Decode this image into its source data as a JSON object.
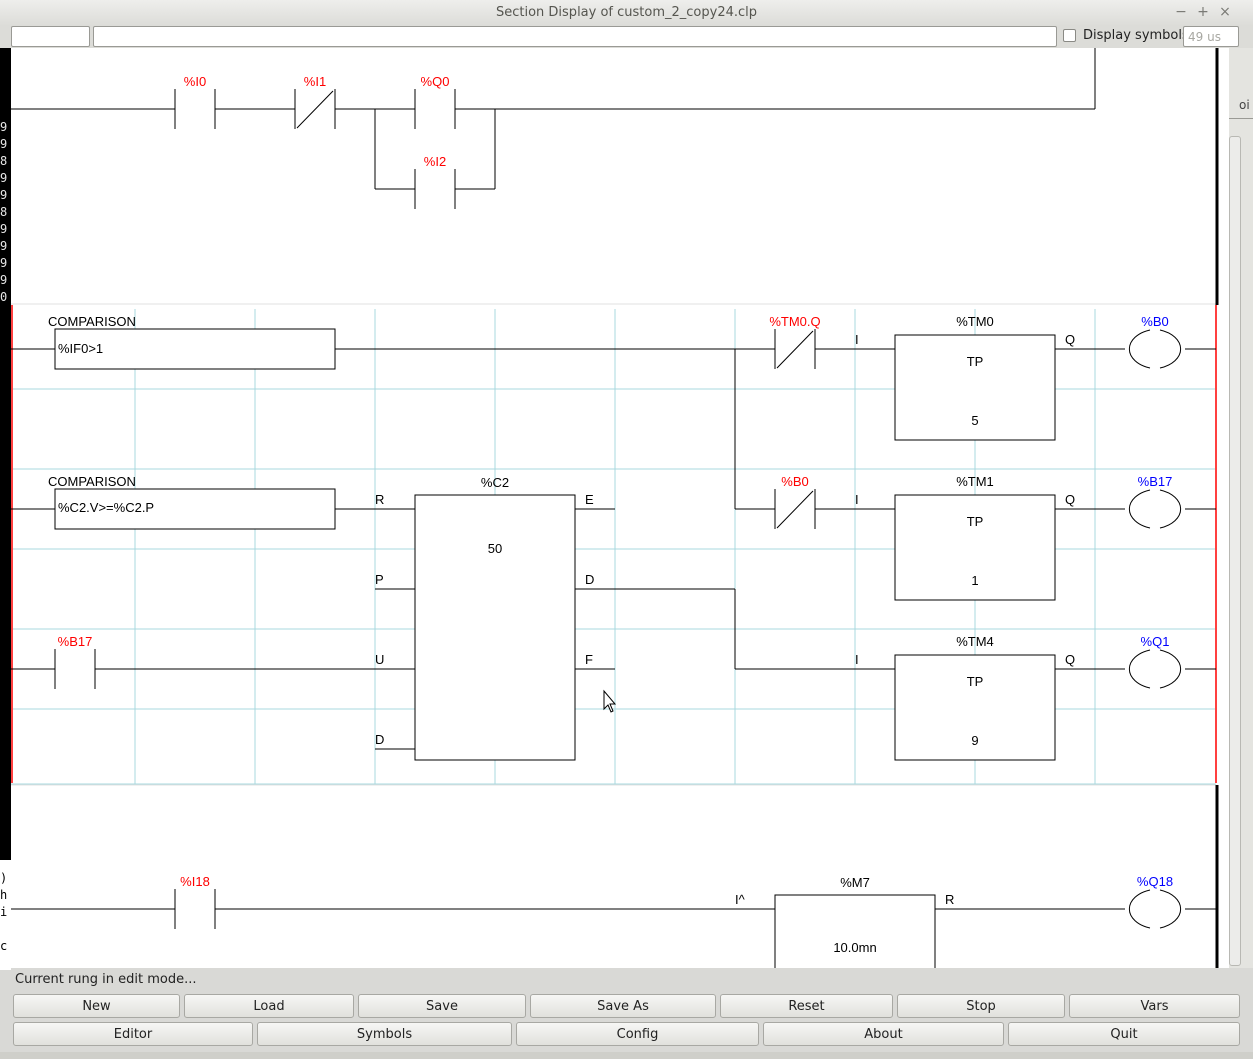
{
  "window": {
    "title": "Section Display of custom_2_copy24.clp",
    "minimize": "−",
    "maximize": "+",
    "close": "×"
  },
  "toolbar": {
    "display_symbols_label": "Display symbols",
    "scan_time": "49 us"
  },
  "background_text": {
    "left_lines": [
      "9",
      "9",
      "8",
      "9",
      "9",
      "8",
      "9",
      "9",
      "9",
      "9",
      "0"
    ],
    "left_lower": [
      ")",
      "h",
      "i",
      "",
      "c"
    ],
    "right_fragment": "oi"
  },
  "rung1": {
    "contacts": [
      {
        "name": "%I0",
        "type": "no"
      },
      {
        "name": "%I1",
        "type": "nc"
      },
      {
        "name": "%Q0",
        "type": "no"
      },
      {
        "name": "%I2",
        "type": "no"
      }
    ]
  },
  "rung2": {
    "comparison_header_1": "COMPARISON",
    "comparison_expr_1": "%IF0>1",
    "comparison_header_2": "COMPARISON",
    "comparison_expr_2": "%C2.V>=%C2.P",
    "contact_tm0q": "%TM0.Q",
    "contact_b0": "%B0",
    "contact_b17": "%B17",
    "counter": {
      "name": "%C2",
      "preset": "50",
      "inputs": [
        "R",
        "P",
        "U",
        "D"
      ],
      "outputs": [
        "E",
        "D",
        "F"
      ]
    },
    "timers": [
      {
        "name": "%TM0",
        "type": "TP",
        "preset": "5",
        "in": "I",
        "out": "Q"
      },
      {
        "name": "%TM1",
        "type": "TP",
        "preset": "1",
        "in": "I",
        "out": "Q"
      },
      {
        "name": "%TM4",
        "type": "TP",
        "preset": "9",
        "in": "I",
        "out": "Q"
      }
    ],
    "coils": [
      "%B0",
      "%B17",
      "%Q1"
    ]
  },
  "rung3": {
    "contact": "%I18",
    "monostable": {
      "name": "%M7",
      "in": "I^",
      "out": "R",
      "value": "10.0mn"
    },
    "coil": "%Q18"
  },
  "status": "Current rung in edit mode...",
  "buttons_row1": [
    "New",
    "Load",
    "Save",
    "Save As",
    "Reset",
    "Stop",
    "Vars"
  ],
  "buttons_row2": [
    "Editor",
    "Symbols",
    "Config",
    "About",
    "Quit"
  ],
  "colors": {
    "variable_red": "#ff0000",
    "coil_blue": "#0000ff",
    "grid": "#a8d8df",
    "edit_border": "#ff4040"
  }
}
